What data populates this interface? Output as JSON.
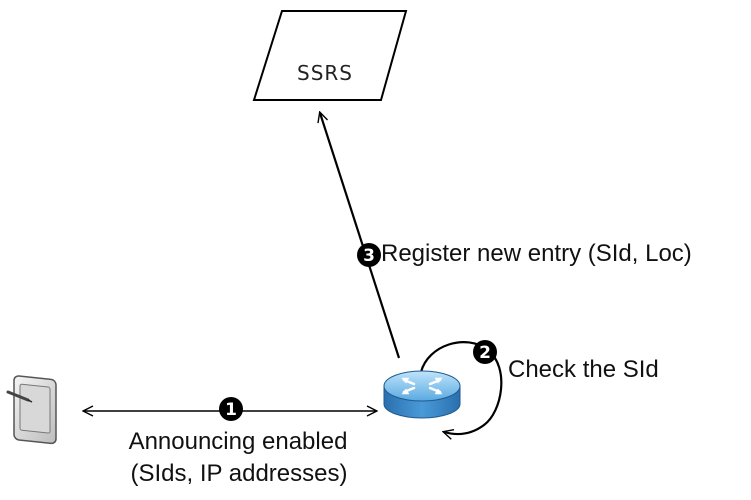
{
  "server": {
    "label": "SSRS",
    "icon": "parallelogram-server-icon"
  },
  "device": {
    "icon": "tablet-stylus-icon"
  },
  "router": {
    "icon": "router-icon"
  },
  "steps": [
    {
      "number": "1",
      "label_line1": "Announcing enabled",
      "label_line2": "(SIds, IP addresses)"
    },
    {
      "number": "2",
      "label": "Check the SId"
    },
    {
      "number": "3",
      "label": "Register new entry (SId, Loc)"
    }
  ],
  "colors": {
    "arrow": "#000000",
    "badge": "#000000",
    "router_body": "#3f8fce",
    "router_top": "#8cc8f0"
  }
}
